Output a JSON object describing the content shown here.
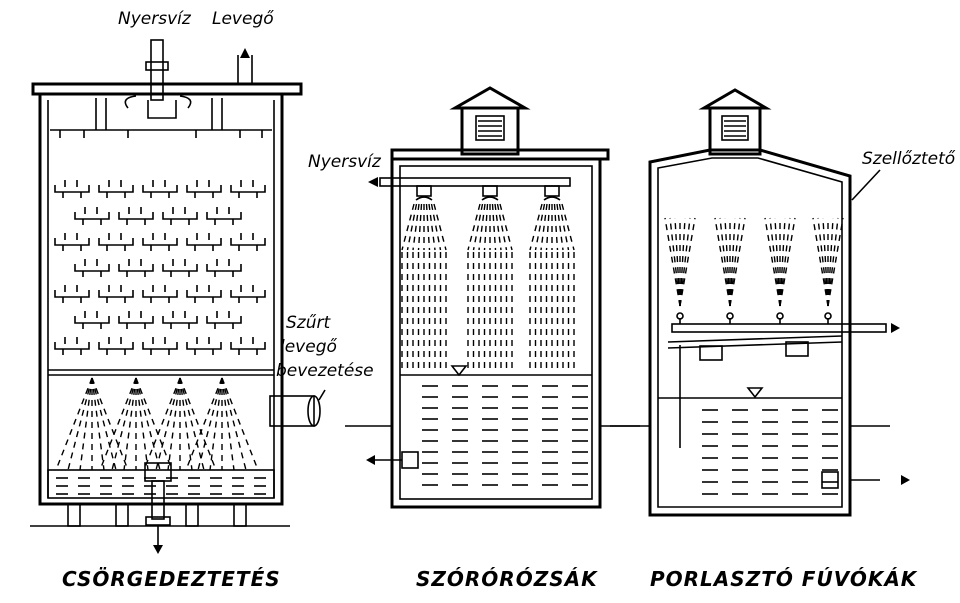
{
  "labels": {
    "raw_water_left": "Nyersvíz",
    "air_left": "Levegő",
    "filtered_air_line1": "Szűrt",
    "filtered_air_line2": "levegő",
    "filtered_air_line3": "bevezetése",
    "raw_water_mid": "Nyersvíz",
    "vent_hood": "Szellőztető"
  },
  "captions": {
    "trickle": "CSÖRGEDEZTETÉS",
    "sprinkler": "SZÓRÓRÓZSÁK",
    "nozzle": "PORLASZTÓ FÚVÓKÁK"
  }
}
